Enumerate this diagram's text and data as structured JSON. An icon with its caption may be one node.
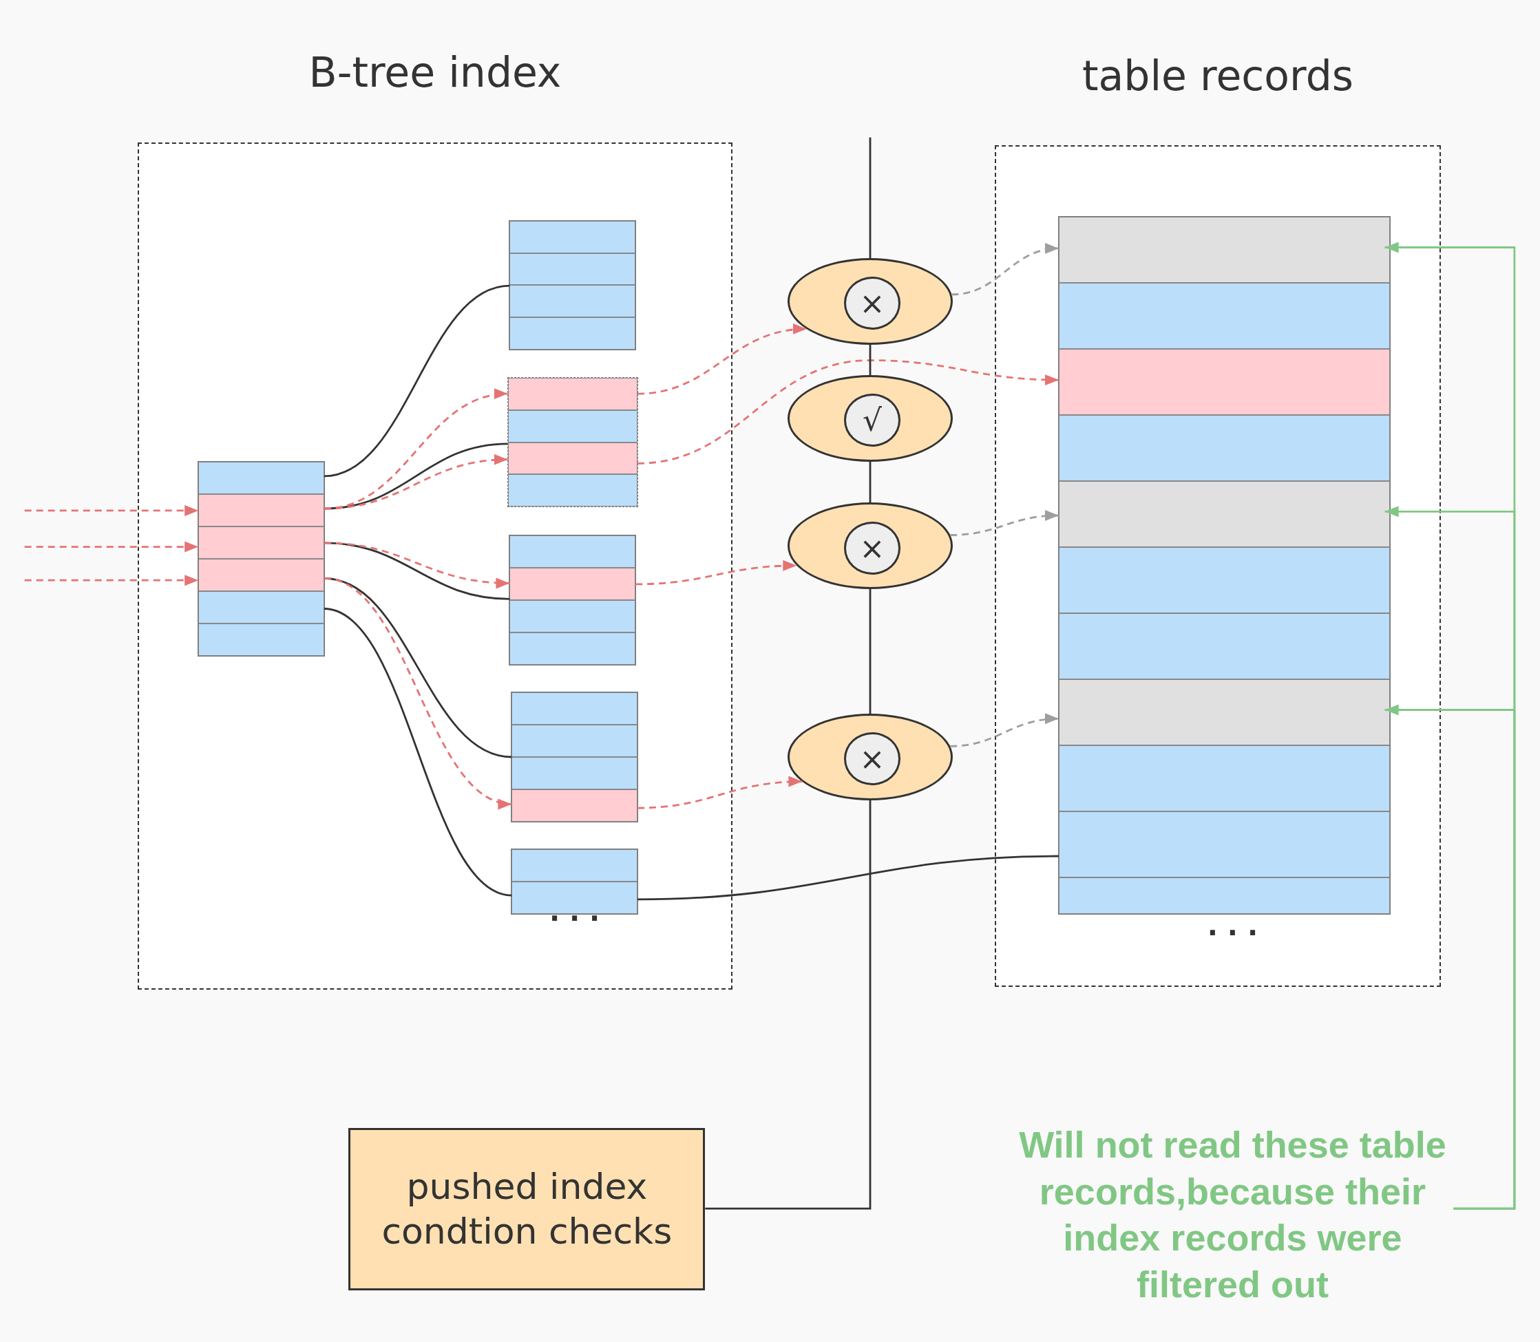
{
  "diagram": {
    "nodes": [
      {
        "text": [
          "B-tree index"
        ]
      },
      {
        "text": [],
        "shape": "box",
        "in": 0
      },
      {
        "text": [],
        "shape": "box",
        "in": 1
      },
      {
        "text": [],
        "shape": "box",
        "in": 1
      },
      {
        "text": [],
        "shape": "box",
        "in": 1
      },
      {
        "text": [],
        "shape": "box",
        "in": 1
      },
      {
        "text": [],
        "shape": "box",
        "in": 1
      },
      {
        "text": [],
        "shape": "box",
        "in": 1
      },
      {
        "text": [],
        "shape": "box",
        "in": 0
      },
      {
        "text": [],
        "shape": "box",
        "in": 8
      },
      {
        "text": [],
        "shape": "box",
        "in": 8
      },
      {
        "text": [],
        "shape": "box",
        "in": 8
      },
      {
        "text": [],
        "shape": "box",
        "in": 8
      },
      {
        "text": [],
        "shape": "box",
        "in": 0
      },
      {
        "text": [],
        "shape": "box",
        "in": 13
      },
      {
        "text": [],
        "shape": "box",
        "in": 13
      },
      {
        "text": [],
        "shape": "box",
        "in": 13
      },
      {
        "text": [],
        "shape": "box",
        "in": 13
      },
      {
        "text": [],
        "shape": "box",
        "in": 0
      },
      {
        "text": [],
        "shape": "box",
        "in": 18
      },
      {
        "text": [],
        "shape": "box",
        "in": 18
      },
      {
        "text": [],
        "shape": "box",
        "in": 18
      },
      {
        "text": [],
        "shape": "box",
        "in": 18
      },
      {
        "text": [],
        "shape": "box",
        "in": 0
      },
      {
        "text": [],
        "shape": "box",
        "in": 23
      },
      {
        "text": [],
        "shape": "box",
        "in": 23
      },
      {
        "text": [],
        "shape": "box",
        "in": 23
      },
      {
        "text": [],
        "shape": "box",
        "in": 23
      },
      {
        "text": [],
        "shape": "box",
        "in": 0
      },
      {
        "text": [],
        "shape": "box",
        "in": 28
      },
      {
        "text": [],
        "shape": "box",
        "in": 28
      },
      {
        "text": [
          "table records"
        ]
      },
      {
        "text": [],
        "shape": "box",
        "in": 31
      },
      {
        "text": [],
        "shape": "box",
        "in": 32
      },
      {
        "text": [],
        "shape": "box",
        "in": 32
      },
      {
        "text": [],
        "shape": "box",
        "in": 32
      },
      {
        "text": [],
        "shape": "box",
        "in": 32
      },
      {
        "text": [],
        "shape": "box",
        "in": 32
      },
      {
        "text": [],
        "shape": "box",
        "in": 32
      },
      {
        "text": [],
        "shape": "box",
        "in": 32
      },
      {
        "text": [],
        "shape": "box",
        "in": 32
      },
      {
        "text": [],
        "shape": "box",
        "in": 32
      },
      {
        "text": [],
        "shape": "box",
        "in": 32
      },
      {
        "text": [],
        "shape": "box",
        "in": 32
      },
      {
        "text": [],
        "shape": "ellipse"
      },
      {
        "text": [
          "×"
        ],
        "in": 44
      },
      {
        "text": [],
        "shape": "ellipse"
      },
      {
        "text": [
          "√"
        ],
        "in": 46
      },
      {
        "text": [],
        "shape": "ellipse"
      },
      {
        "text": [
          "×"
        ],
        "in": 48
      },
      {
        "text": [],
        "shape": "ellipse"
      },
      {
        "text": [
          "×"
        ],
        "in": 50
      },
      {
        "text": [
          "pushed index condtion checks"
        ]
      },
      {
        "text": [
          "Will not read these table records,because their index records were filtered out"
        ]
      }
    ],
    "edges": [
      {
        "from": null,
        "to": 3,
        "arrow": "to",
        "style": "dashed",
        "color": "#e57373"
      },
      {
        "from": null,
        "to": 4,
        "arrow": "to",
        "style": "dashed",
        "color": "#e57373"
      },
      {
        "from": null,
        "to": 5,
        "arrow": "to",
        "style": "dashed",
        "color": "#e57373"
      },
      {
        "from": 2,
        "to": 8,
        "arrow": "none",
        "color": "#333333"
      },
      {
        "from": 3,
        "to": 13,
        "arrow": "none",
        "color": "#333333"
      },
      {
        "from": 4,
        "to": 18,
        "arrow": "none",
        "color": "#333333"
      },
      {
        "from": 5,
        "to": 23,
        "arrow": "none",
        "color": "#333333"
      },
      {
        "from": 6,
        "to": 28,
        "arrow": "none",
        "color": "#333333"
      },
      {
        "from": 30,
        "to": 42,
        "arrow": "none",
        "color": "#333333"
      },
      {
        "from": 3,
        "to": 14,
        "arrow": "to",
        "style": "dashed",
        "color": "#e57373"
      },
      {
        "from": 3,
        "to": 16,
        "arrow": "to",
        "style": "dashed",
        "color": "#e57373"
      },
      {
        "from": 4,
        "to": 20,
        "arrow": "to",
        "style": "dashed",
        "color": "#e57373"
      },
      {
        "from": 5,
        "to": 27,
        "arrow": "to",
        "style": "dashed",
        "color": "#e57373"
      },
      {
        "from": 14,
        "to": 44,
        "arrow": "to",
        "style": "dashed",
        "color": "#e57373"
      },
      {
        "from": 16,
        "to": 35,
        "arrow": "to",
        "style": "dashed",
        "color": "#e57373"
      },
      {
        "from": 20,
        "to": 48,
        "arrow": "to",
        "style": "dashed",
        "color": "#e57373"
      },
      {
        "from": 27,
        "to": 50,
        "arrow": "to",
        "style": "dashed",
        "color": "#e57373"
      },
      {
        "from": 44,
        "to": 33,
        "arrow": "to",
        "style": "dashed",
        "color": "#9e9e9e"
      },
      {
        "from": 48,
        "to": 37,
        "arrow": "to",
        "style": "dashed",
        "color": "#9e9e9e"
      },
      {
        "from": 50,
        "to": 40,
        "arrow": "to",
        "style": "dashed",
        "color": "#9e9e9e"
      },
      {
        "from": 53,
        "to": 33,
        "arrow": "to",
        "color": "#81c784"
      },
      {
        "from": 53,
        "to": 37,
        "arrow": "to",
        "color": "#81c784"
      },
      {
        "from": 53,
        "to": 40,
        "arrow": "to",
        "color": "#81c784"
      },
      {
        "from": 44,
        "to": null,
        "arrow": "none",
        "color": "#333333"
      },
      {
        "from": 46,
        "to": 44,
        "arrow": "none",
        "color": "#333333"
      },
      {
        "from": 48,
        "to": 46,
        "arrow": "none",
        "color": "#333333"
      },
      {
        "from": 50,
        "to": 48,
        "arrow": "none",
        "color": "#333333"
      },
      {
        "from": 52,
        "to": 50,
        "arrow": "none",
        "color": "#333333"
      }
    ],
    "labels": [
      "· · ·",
      "· · ·"
    ]
  }
}
